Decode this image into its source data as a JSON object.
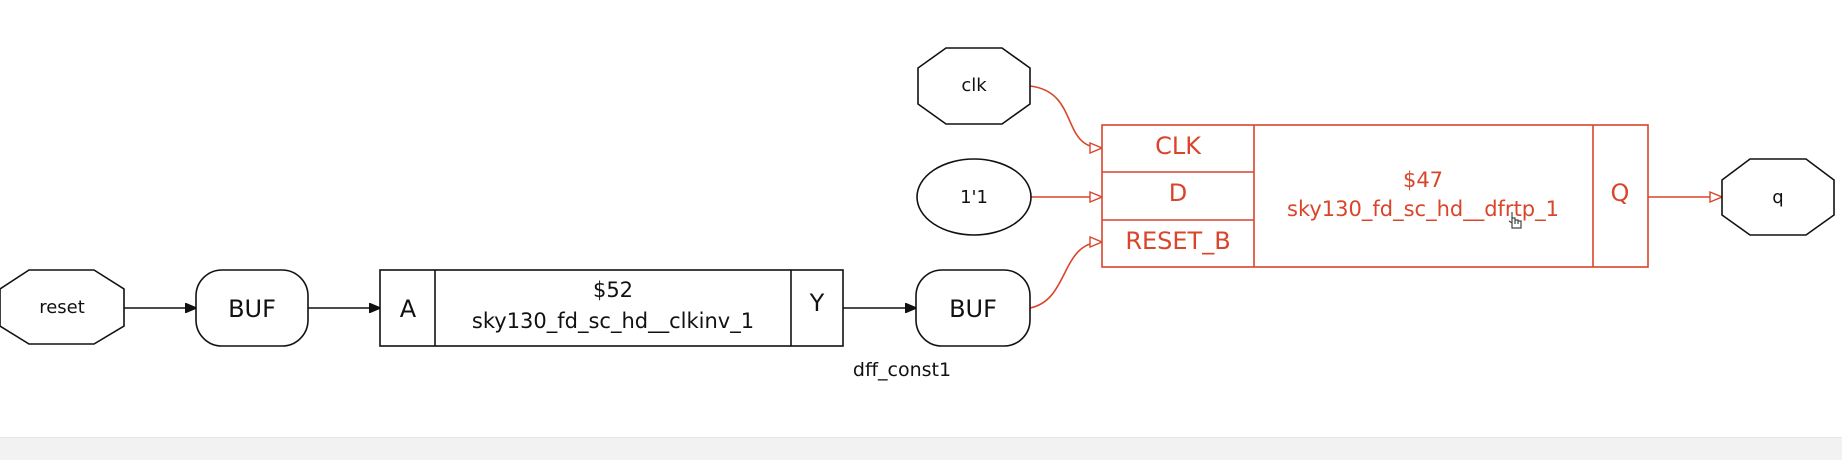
{
  "colors": {
    "normal": "#111111",
    "highlight": "#d9452b",
    "background": "#ffffff"
  },
  "nodes": {
    "reset": "reset",
    "buf1": "BUF",
    "buf2": "BUF",
    "clk": "clk",
    "const": "1'1",
    "q": "q"
  },
  "inv_cell": {
    "in_port": "A",
    "id": "$52",
    "type": "sky130_fd_sc_hd__clkinv_1",
    "out_port": "Y"
  },
  "dff_cell": {
    "clk_port": "CLK",
    "d_port": "D",
    "reset_port": "RESET_B",
    "id": "$47",
    "type": "sky130_fd_sc_hd__dfrtp_1",
    "out_port": "Q"
  },
  "wire_label": "dff_const1"
}
